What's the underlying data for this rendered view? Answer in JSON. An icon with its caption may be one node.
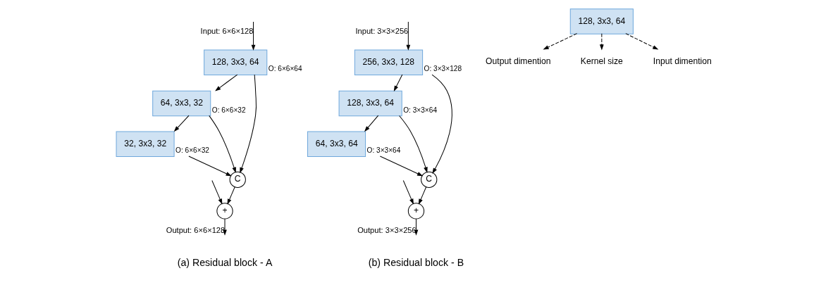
{
  "diagram": {
    "nodes": [
      {
        "text": [
          "128, 3x3, 64"
        ],
        "beside": [
          "O: 6×6×64"
        ]
      },
      {
        "text": [
          "64, 3x3, 32"
        ],
        "beside": [
          "O: 6×6×32"
        ]
      },
      {
        "text": [
          "32, 3x3, 32"
        ],
        "beside": [
          "O: 6×6×32"
        ]
      },
      {
        "text": [
          "C"
        ]
      },
      {
        "text": [
          "+"
        ]
      },
      {
        "text": [
          "256, 3x3, 128"
        ],
        "beside": [
          "O: 3×3×128"
        ]
      },
      {
        "text": [
          "128, 3x3, 64"
        ],
        "beside": [
          "O: 3×3×64"
        ]
      },
      {
        "text": [
          "64, 3x3, 64"
        ],
        "beside": [
          "O: 3×3×64"
        ]
      },
      {
        "text": [
          "C"
        ]
      },
      {
        "text": [
          "+"
        ]
      },
      {
        "text": [
          "128, 3x3, 64"
        ]
      },
      {
        "text": [
          "Output dimention"
        ]
      },
      {
        "text": [
          "Kernel size"
        ]
      },
      {
        "text": [
          "Input dimention"
        ]
      }
    ],
    "edges": [
      {
        "from": null,
        "to": 0,
        "arrow": "to",
        "label": "Input: 6×6×128"
      },
      {
        "from": null,
        "to": 4,
        "arrow": "to"
      },
      {
        "from": 0,
        "to": 1,
        "arrow": "to"
      },
      {
        "from": 0,
        "to": 3,
        "arrow": "to"
      },
      {
        "from": 1,
        "to": 2,
        "arrow": "to"
      },
      {
        "from": 1,
        "to": 3,
        "arrow": "to"
      },
      {
        "from": 2,
        "to": 3,
        "arrow": "to"
      },
      {
        "from": 3,
        "to": 4,
        "arrow": "to"
      },
      {
        "from": 4,
        "to": null,
        "arrow": "to",
        "label": "Output: 6×6×128"
      },
      {
        "from": null,
        "to": 5,
        "arrow": "to",
        "label": "Input: 3×3×256"
      },
      {
        "from": null,
        "to": 9,
        "arrow": "to"
      },
      {
        "from": 5,
        "to": 6,
        "arrow": "to"
      },
      {
        "from": 5,
        "to": 8,
        "arrow": "to"
      },
      {
        "from": 6,
        "to": 7,
        "arrow": "to"
      },
      {
        "from": 6,
        "to": 8,
        "arrow": "to"
      },
      {
        "from": 7,
        "to": 8,
        "arrow": "to"
      },
      {
        "from": 8,
        "to": 9,
        "arrow": "to"
      },
      {
        "from": 9,
        "to": null,
        "arrow": "to",
        "label": "Output: 3×3×256"
      },
      {
        "from": 10,
        "to": 11,
        "arrow": "to",
        "style": "dashed"
      },
      {
        "from": 10,
        "to": 12,
        "arrow": "to",
        "style": "dashed"
      },
      {
        "from": 10,
        "to": 13,
        "arrow": "to",
        "style": "dashed"
      }
    ],
    "labels": [
      "(a) Residual block - A",
      "(b) Residual block - B"
    ]
  }
}
